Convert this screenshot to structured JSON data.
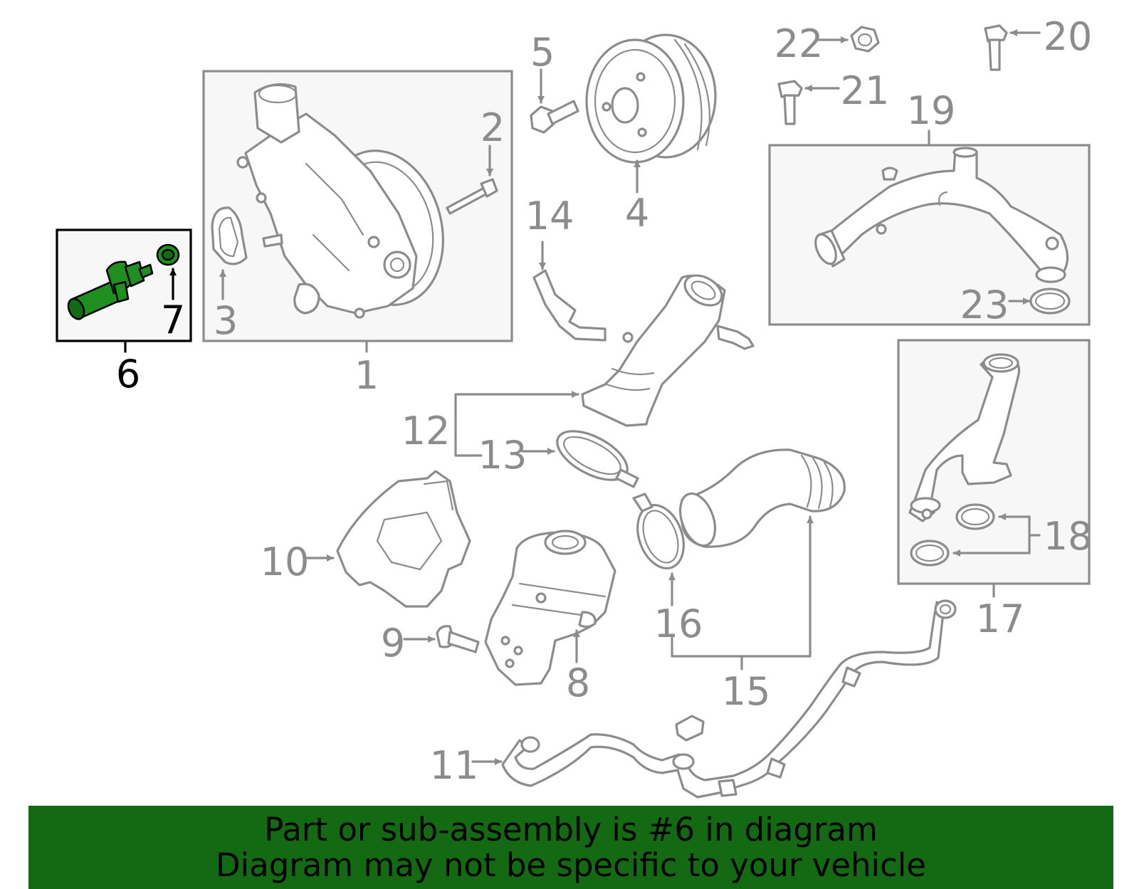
{
  "diagram": {
    "highlighted_part": "6",
    "colors": {
      "line": "#8c8c8c",
      "highlight_fill": "#1f8f1f",
      "highlight_stroke": "#000000",
      "banner": "#136a13",
      "box_fill": "#f7f7f7"
    },
    "callouts": {
      "c1": "1",
      "c2": "2",
      "c3": "3",
      "c4": "4",
      "c5": "5",
      "c6": "6",
      "c7": "7",
      "c8": "8",
      "c9": "9",
      "c10": "10",
      "c11": "11",
      "c12": "12",
      "c13": "13",
      "c14": "14",
      "c15": "15",
      "c16": "16",
      "c17": "17",
      "c18": "18",
      "c19": "19",
      "c20": "20",
      "c21": "21",
      "c22": "22",
      "c23": "23"
    }
  },
  "banner": {
    "line1": "Part or sub-assembly is #6 in diagram",
    "line2": "Diagram may not be specific to your vehicle"
  }
}
